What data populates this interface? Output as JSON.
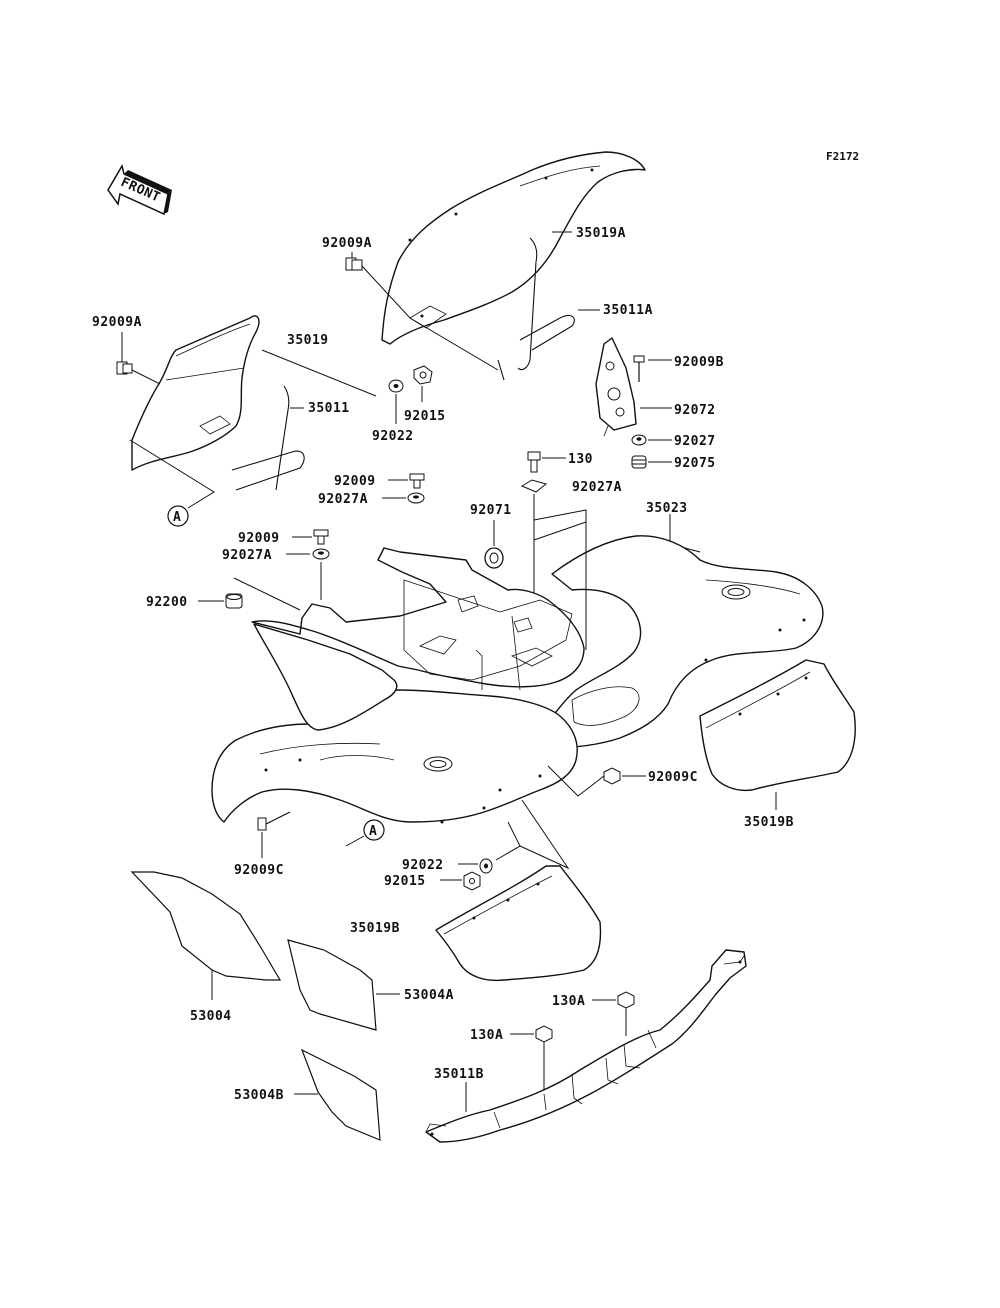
{
  "figure_code": "F2172",
  "front_arrow": "FRONT",
  "callouts": {
    "c35019A": "35019A",
    "c92009A_top": "92009A",
    "c35011A": "35011A",
    "c92009A_left": "92009A",
    "c35019": "35019",
    "c35011": "35011",
    "c92015_top": "92015",
    "c92022_top": "92022",
    "c92009B": "92009B",
    "c92072": "92072",
    "c92027": "92027",
    "c92075": "92075",
    "c130": "130",
    "c92027A_right": "92027A",
    "c92009_a": "92009",
    "c92027A_a": "92027A",
    "c92071": "92071",
    "c35023": "35023",
    "c92009_b": "92009",
    "c92027A_b": "92027A",
    "c92200": "92200",
    "c92009C_right": "92009C",
    "c35019B_right": "35019B",
    "c92009C_left": "92009C",
    "c92022_bot": "92022",
    "c92015_bot": "92015",
    "c35019B_left": "35019B",
    "c53004": "53004",
    "c53004A": "53004A",
    "c130A_a": "130A",
    "c130A_b": "130A",
    "c35011B": "35011B",
    "c53004B": "53004B"
  },
  "reference_marks": {
    "ref_a_top": "A",
    "ref_a_bottom": "A"
  }
}
